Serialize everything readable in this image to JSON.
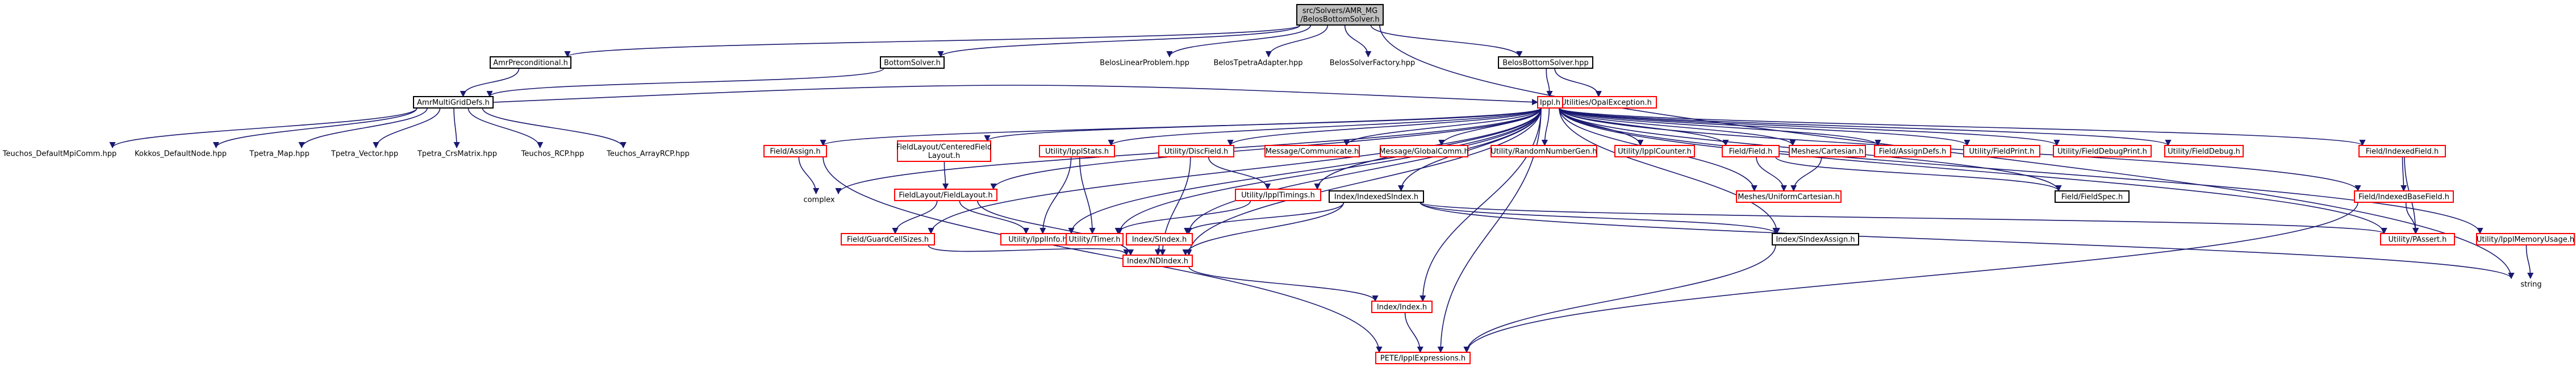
{
  "colors": {
    "edge": "#191970",
    "root_fill": "#bfbfbf",
    "root_border": "#000000",
    "documented_border": "#000000",
    "missing_border": "#ff0000",
    "text": "#000000"
  },
  "nodes": [
    {
      "id": "root",
      "label": "src/Solvers/AMR_MG /BelosBottomSolver.h",
      "style": "root"
    },
    {
      "id": "amrprecond",
      "label": "AmrPreconditional.h",
      "style": "documented"
    },
    {
      "id": "bottomsolver",
      "label": "BottomSolver.h",
      "style": "documented"
    },
    {
      "id": "beloslinear",
      "label": "BelosLinearProblem.hpp",
      "style": "external"
    },
    {
      "id": "belostpetra",
      "label": "BelosTpetraAdapter.hpp",
      "style": "external"
    },
    {
      "id": "belossolverfactory",
      "label": "BelosSolverFactory.hpp",
      "style": "external"
    },
    {
      "id": "belosbottomhpp",
      "label": "BelosBottomSolver.hpp",
      "style": "documented"
    },
    {
      "id": "amrmultigriddefs",
      "label": "AmrMultiGridDefs.h",
      "style": "documented"
    },
    {
      "id": "opalexception",
      "label": "Utilities/OpalException.h",
      "style": "missing"
    },
    {
      "id": "ippl",
      "label": "Ippl.h",
      "style": "missing"
    },
    {
      "id": "teuchosmpicomm",
      "label": "Teuchos_DefaultMpiComm.hpp",
      "style": "external"
    },
    {
      "id": "kokkosnode",
      "label": "Kokkos_DefaultNode.hpp",
      "style": "external"
    },
    {
      "id": "tpetramap",
      "label": "Tpetra_Map.hpp",
      "style": "external"
    },
    {
      "id": "tpetravector",
      "label": "Tpetra_Vector.hpp",
      "style": "external"
    },
    {
      "id": "tpetracrs",
      "label": "Tpetra_CrsMatrix.hpp",
      "style": "external"
    },
    {
      "id": "teuchosrcp",
      "label": "Teuchos_RCP.hpp",
      "style": "external"
    },
    {
      "id": "teuchosarrayrcp",
      "label": "Teuchos_ArrayRCP.hpp",
      "style": "external"
    },
    {
      "id": "fieldassign",
      "label": "Field/Assign.h",
      "style": "missing"
    },
    {
      "id": "fieldlayoutcentered",
      "label": "FieldLayout/CenteredField Layout.h",
      "style": "missing"
    },
    {
      "id": "ipplstats",
      "label": "Utility/IpplStats.h",
      "style": "missing"
    },
    {
      "id": "discfield",
      "label": "Utility/DiscField.h",
      "style": "missing"
    },
    {
      "id": "msgcommunicate",
      "label": "Message/Communicate.h",
      "style": "missing"
    },
    {
      "id": "msgglobalcomm",
      "label": "Message/GlobalComm.h",
      "style": "missing"
    },
    {
      "id": "randomnumbergen",
      "label": "Utility/RandomNumberGen.h",
      "style": "missing"
    },
    {
      "id": "ipplcounter",
      "label": "Utility/IpplCounter.h",
      "style": "missing"
    },
    {
      "id": "fieldfield",
      "label": "Field/Field.h",
      "style": "missing"
    },
    {
      "id": "meshescartesian",
      "label": "Meshes/Cartesian.h",
      "style": "missing"
    },
    {
      "id": "fieldassigndefs",
      "label": "Field/AssignDefs.h",
      "style": "missing"
    },
    {
      "id": "fieldprint",
      "label": "Utility/FieldPrint.h",
      "style": "missing"
    },
    {
      "id": "fielddebugprint",
      "label": "Utility/FieldDebugPrint.h",
      "style": "missing"
    },
    {
      "id": "fielddebug",
      "label": "Utility/FieldDebug.h",
      "style": "missing"
    },
    {
      "id": "indexedfield",
      "label": "Field/IndexedField.h",
      "style": "missing"
    },
    {
      "id": "complex",
      "label": "complex",
      "style": "external"
    },
    {
      "id": "fieldlayout",
      "label": "FieldLayout/FieldLayout.h",
      "style": "missing"
    },
    {
      "id": "ippltimings",
      "label": "Utility/IpplTimings.h",
      "style": "missing"
    },
    {
      "id": "indexedsindex",
      "label": "Index/IndexedSIndex.h",
      "style": "documented"
    },
    {
      "id": "uniformcartesian",
      "label": "Meshes/UniformCartesian.h",
      "style": "missing"
    },
    {
      "id": "fieldspec",
      "label": "Field/FieldSpec.h",
      "style": "documented"
    },
    {
      "id": "indexedbasefield",
      "label": "Field/IndexedBaseField.h",
      "style": "missing"
    },
    {
      "id": "guardcellsizes",
      "label": "Field/GuardCellSizes.h",
      "style": "missing"
    },
    {
      "id": "ipplinfo",
      "label": "Utility/IpplInfo.h",
      "style": "missing"
    },
    {
      "id": "timer",
      "label": "Utility/Timer.h",
      "style": "missing"
    },
    {
      "id": "sindex",
      "label": "Index/SIndex.h",
      "style": "missing"
    },
    {
      "id": "sindexassign",
      "label": "Index/SIndexAssign.h",
      "style": "documented"
    },
    {
      "id": "passert",
      "label": "Utility/PAssert.h",
      "style": "missing"
    },
    {
      "id": "ipplmemoryusage",
      "label": "Utility/IpplMemoryUsage.h",
      "style": "missing"
    },
    {
      "id": "ndindex",
      "label": "Index/NDIndex.h",
      "style": "missing"
    },
    {
      "id": "string",
      "label": "string",
      "style": "external"
    },
    {
      "id": "index",
      "label": "Index/Index.h",
      "style": "missing"
    },
    {
      "id": "petelexpr",
      "label": "PETE/IpplExpressions.h",
      "style": "missing"
    }
  ]
}
